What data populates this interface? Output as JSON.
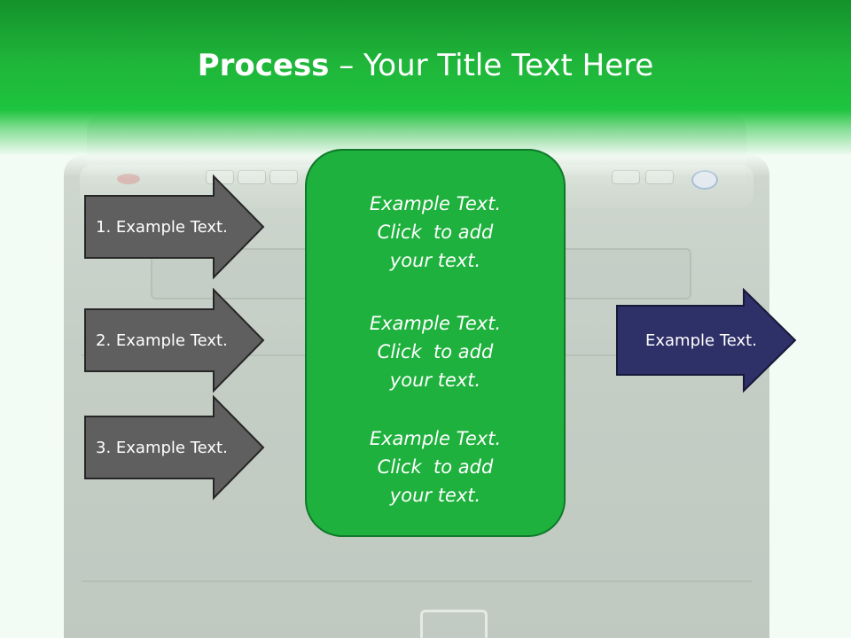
{
  "slide": {
    "title_bold": "Process",
    "title_rest": " – Your Title Text Here",
    "left_arrows": [
      {
        "label": "1. Example Text."
      },
      {
        "label": "2. Example Text."
      },
      {
        "label": "3. Example Text."
      }
    ],
    "center_blocks": [
      {
        "text": "Example Text.\nClick  to add\nyour text."
      },
      {
        "text": "Example Text.\nClick  to add\nyour text."
      },
      {
        "text": "Example Text.\nClick  to add\nyour text."
      }
    ],
    "right_arrow": {
      "label": "Example Text."
    }
  },
  "colors": {
    "header_green": "#1ec43d",
    "center_box_green": "#1eb13d",
    "left_arrow_fill": "#5f5f5f",
    "right_arrow_fill": "#2e3068",
    "text_white": "#ffffff"
  }
}
